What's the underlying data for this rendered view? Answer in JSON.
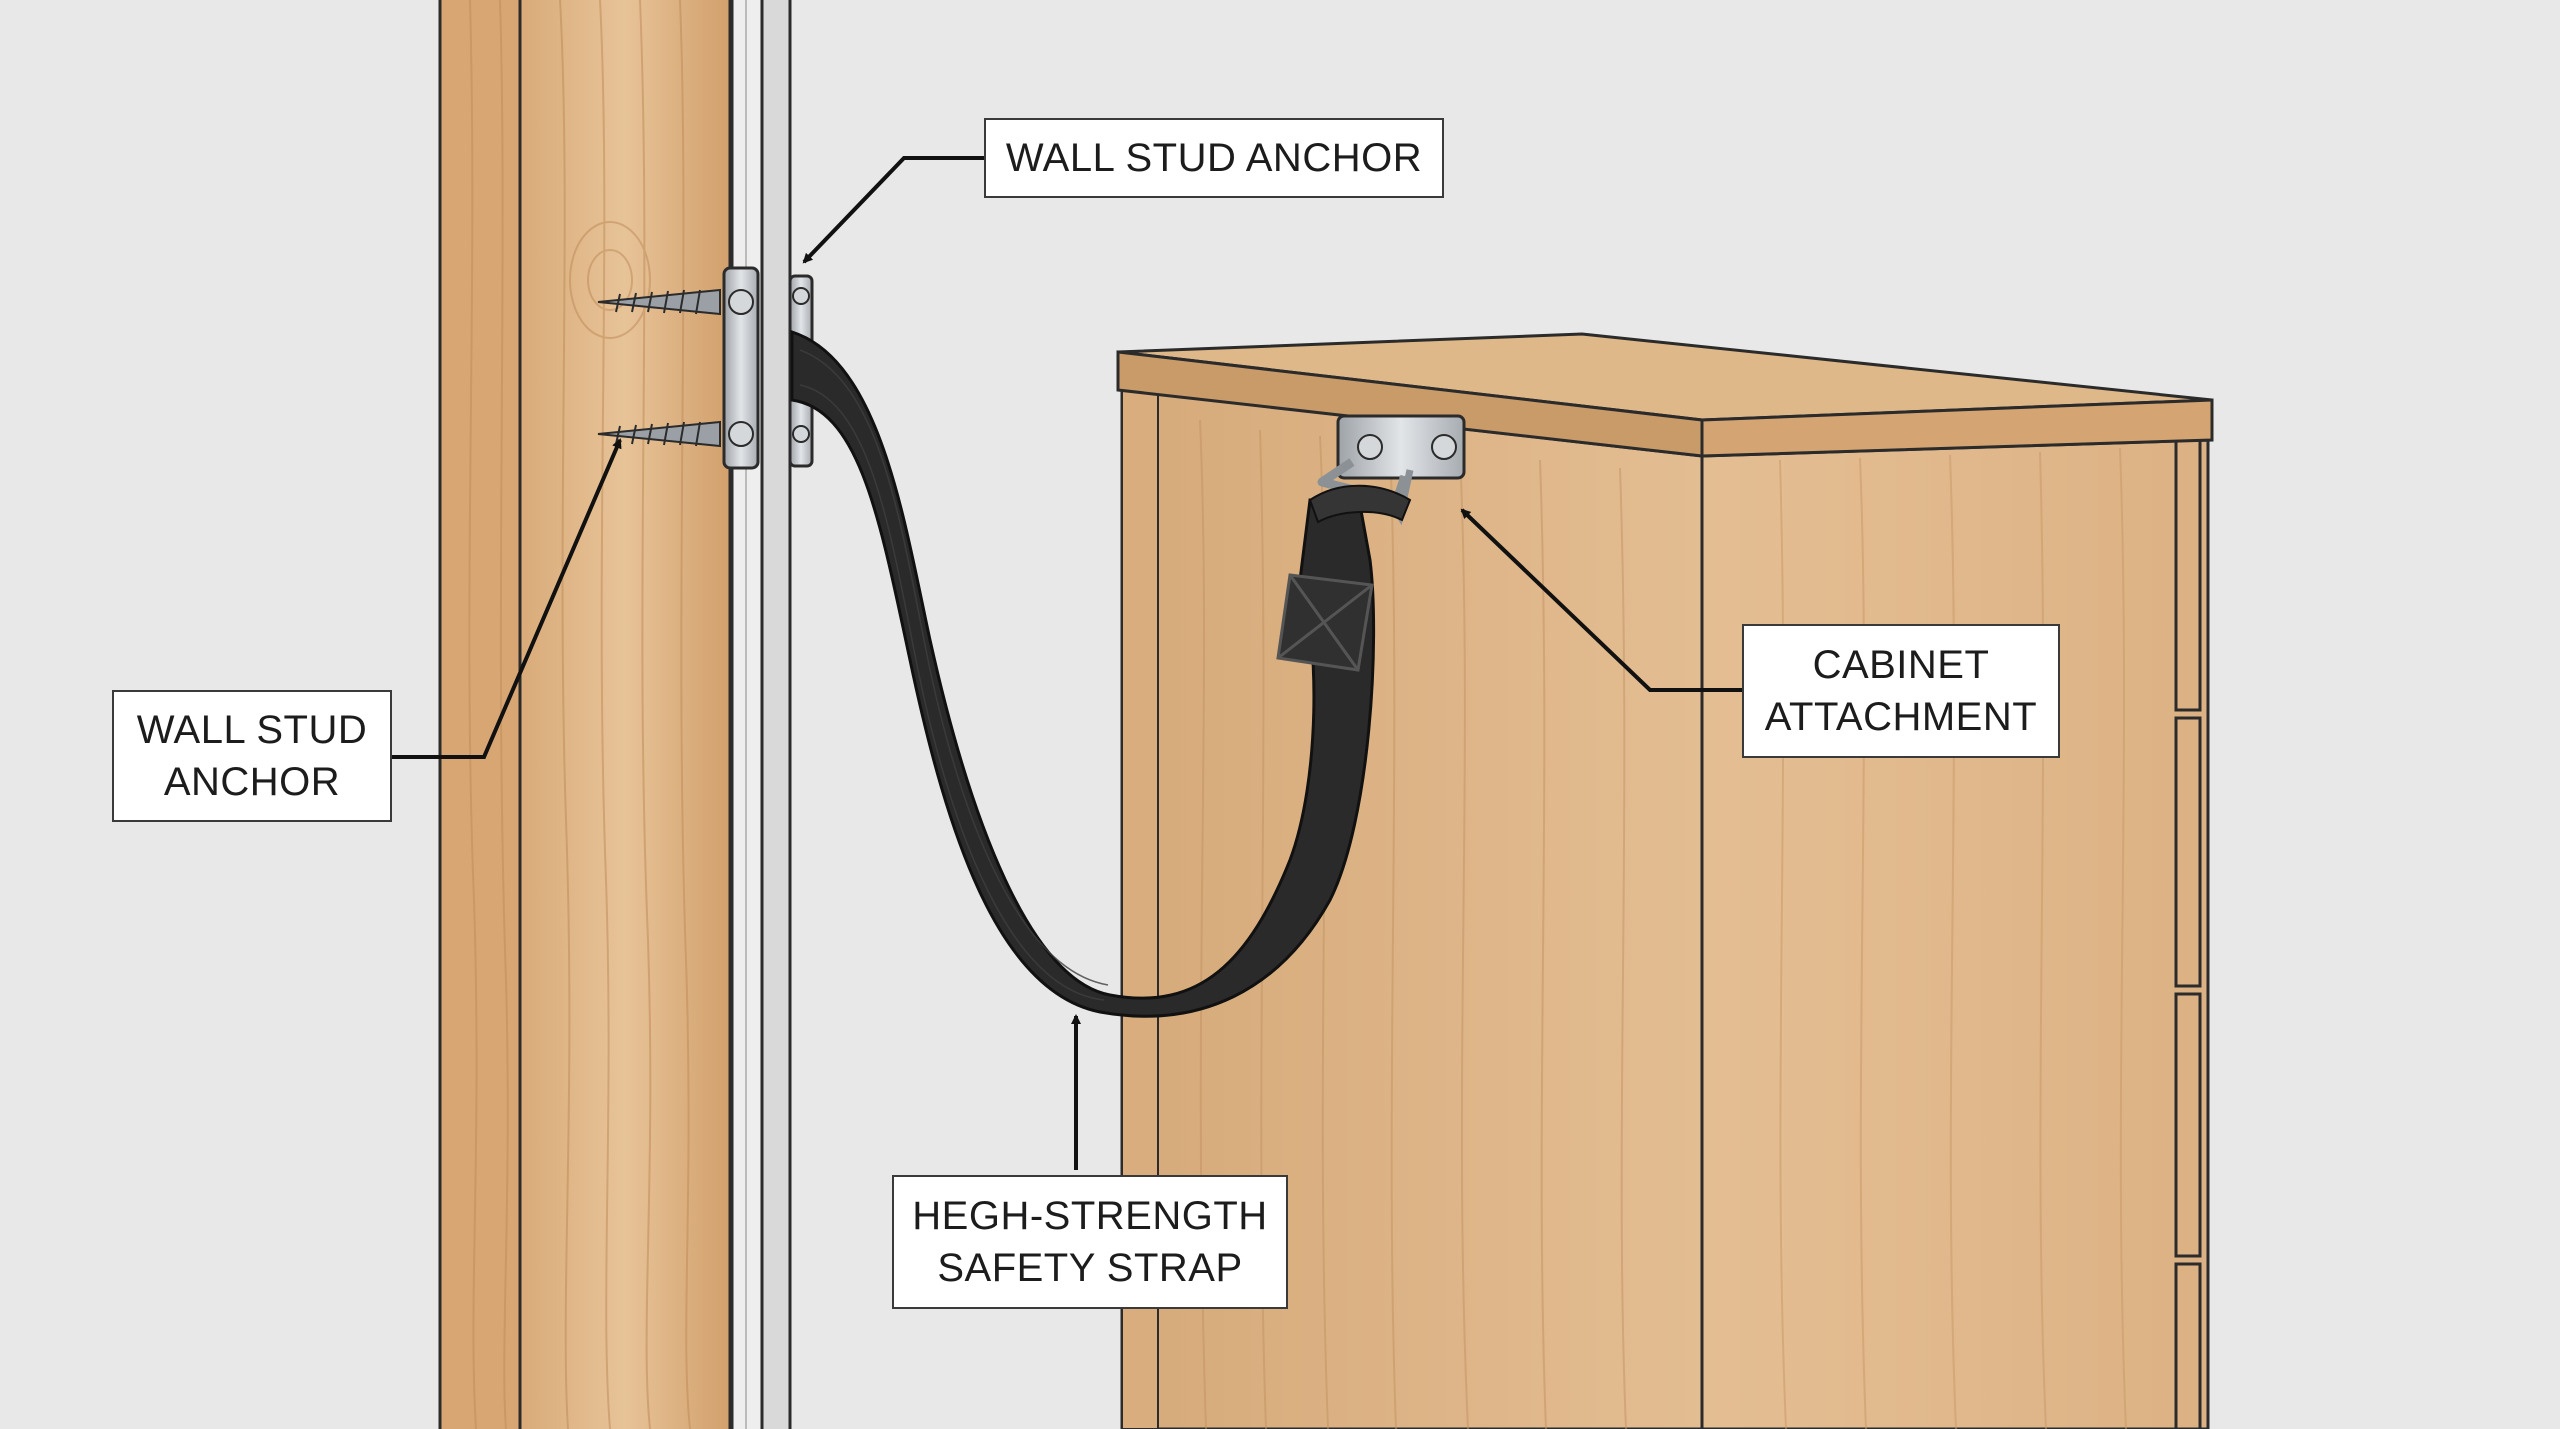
{
  "labels": {
    "wall_stud_anchor_top": [
      "WALL STUD ANCHOR"
    ],
    "wall_stud_anchor_left": [
      "WALL STUD",
      "ANCHOR"
    ],
    "cabinet_attachment": [
      "CABINET",
      "ATTACHMENT"
    ],
    "safety_strap": [
      "HEGH-STRENGTH",
      "SAFETY STRAP"
    ]
  },
  "colors": {
    "background": "#e8e8e8",
    "wood_light": "#e2b98d",
    "wood_mid": "#d4a574",
    "wood_dark": "#b98654",
    "strap": "#2a2a2a",
    "metal": "#c4c8cc",
    "outline": "#2b2b2b"
  }
}
